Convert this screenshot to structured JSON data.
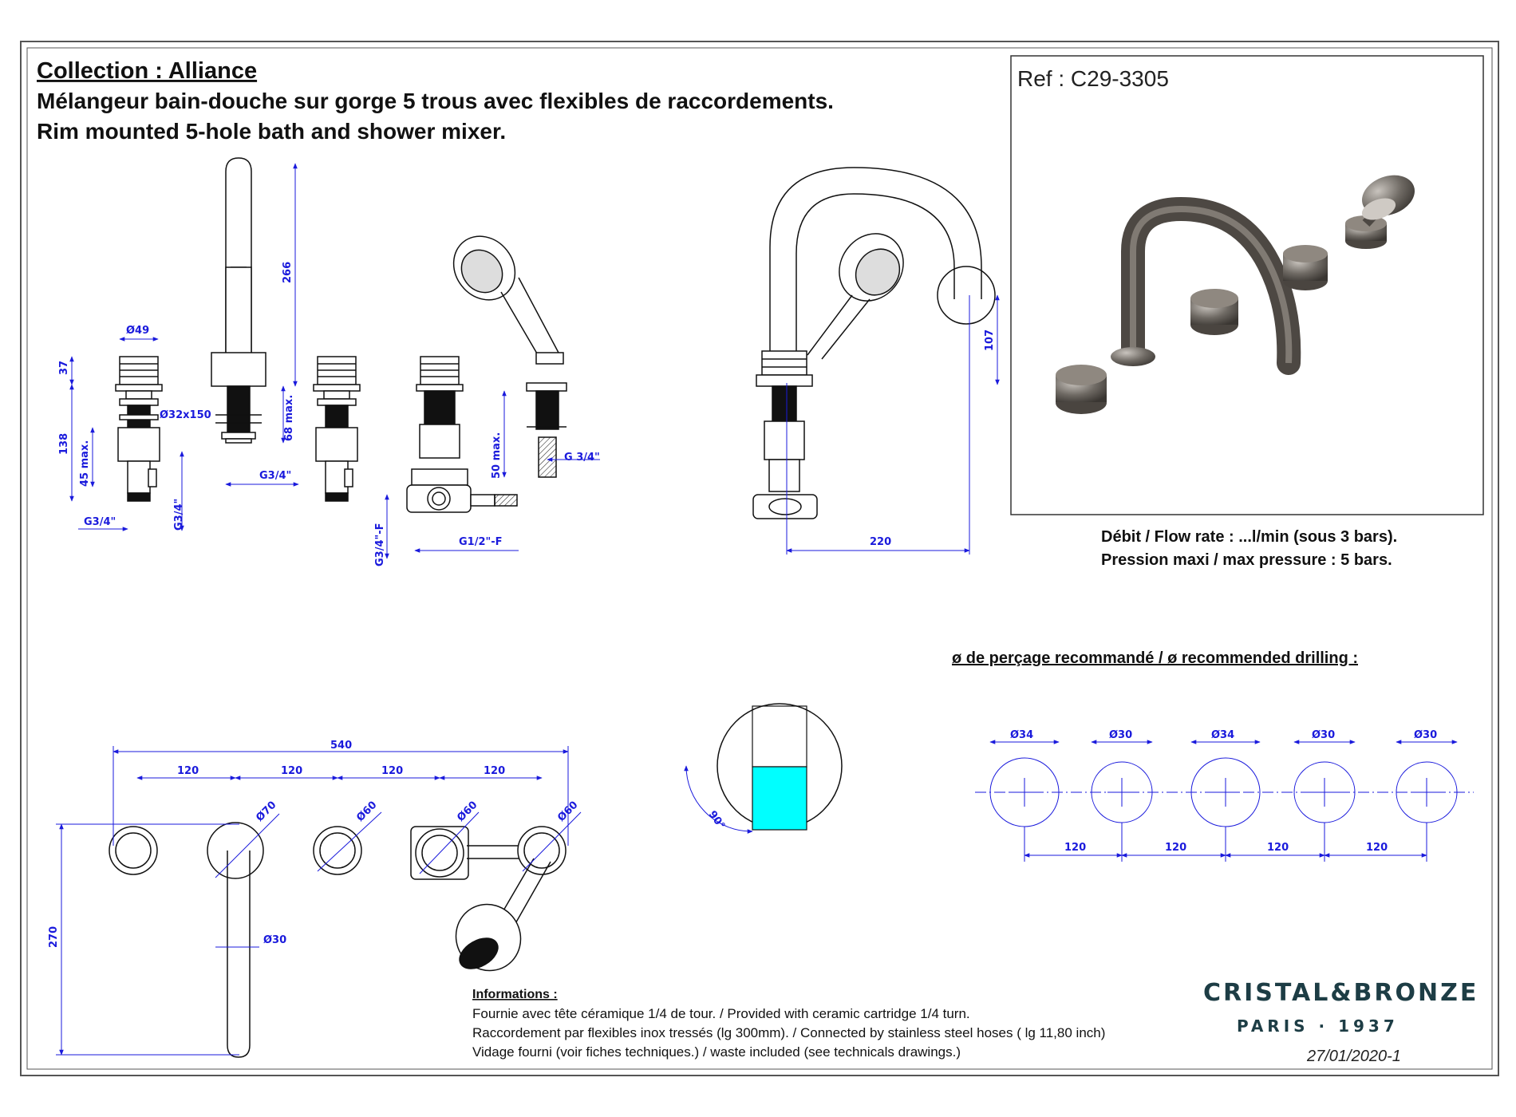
{
  "header": {
    "collection": "Collection : Alliance",
    "title_fr": "Mélangeur bain-douche sur gorge 5 trous avec flexibles de raccordements.",
    "title_en": "Rim mounted 5-hole bath and shower mixer."
  },
  "ref": "Ref : C29-3305",
  "specs": {
    "flow": "Débit / Flow rate : ...l/min (sous 3 bars).",
    "pressure": "Pression maxi / max pressure : 5 bars."
  },
  "drilling": {
    "title": "ø de perçage recommandé / ø recommended drilling :",
    "holes": [
      "Ø34",
      "Ø30",
      "Ø34",
      "Ø30",
      "Ø30"
    ],
    "spacings": [
      "120",
      "120",
      "120",
      "120"
    ]
  },
  "side_view": {
    "diameter": "Ø49",
    "d37": "37",
    "d138": "138",
    "d45": "45 max.",
    "rod": "Ø32x150",
    "g34_bottom": "G3/4\"",
    "g34_vertical": "G3/4\"",
    "spout_height": "266",
    "max68": "68 max.",
    "spout_thread": "G3/4\"",
    "max50": "50 max.",
    "g34_hand": "G 3/4\"",
    "g34f": "G3/4\"-F",
    "g12f": "G1/2\"-F"
  },
  "spout_view": {
    "reach": "220",
    "outlet": "107"
  },
  "top_view": {
    "total": "540",
    "spacings": [
      "120",
      "120",
      "120",
      "120"
    ],
    "depth": "270",
    "d70": "Ø70",
    "d60a": "Ø60",
    "d60b": "Ø60",
    "d60c": "Ø60",
    "d30": "Ø30"
  },
  "detail": {
    "angle": "90°"
  },
  "info": {
    "title": "Informations :",
    "lines": [
      "Fournie avec tête céramique 1/4 de tour. / Provided with ceramic cartridge 1/4 turn.",
      "Raccordement par flexibles inox tressés (lg 300mm). / Connected by stainless steel hoses ( lg 11,80 inch)",
      "Vidage fourni (voir fiches techniques.) / waste included (see technicals drawings.)"
    ]
  },
  "brand": {
    "name": "CRISTAL&BRONZE",
    "sub": "PARIS · 1937"
  },
  "date": "27/01/2020-1",
  "colors": {
    "dimension": "#1a1adc",
    "detail_fill": "#00ffff",
    "brand": "#1d3d45",
    "border": "#555555"
  }
}
